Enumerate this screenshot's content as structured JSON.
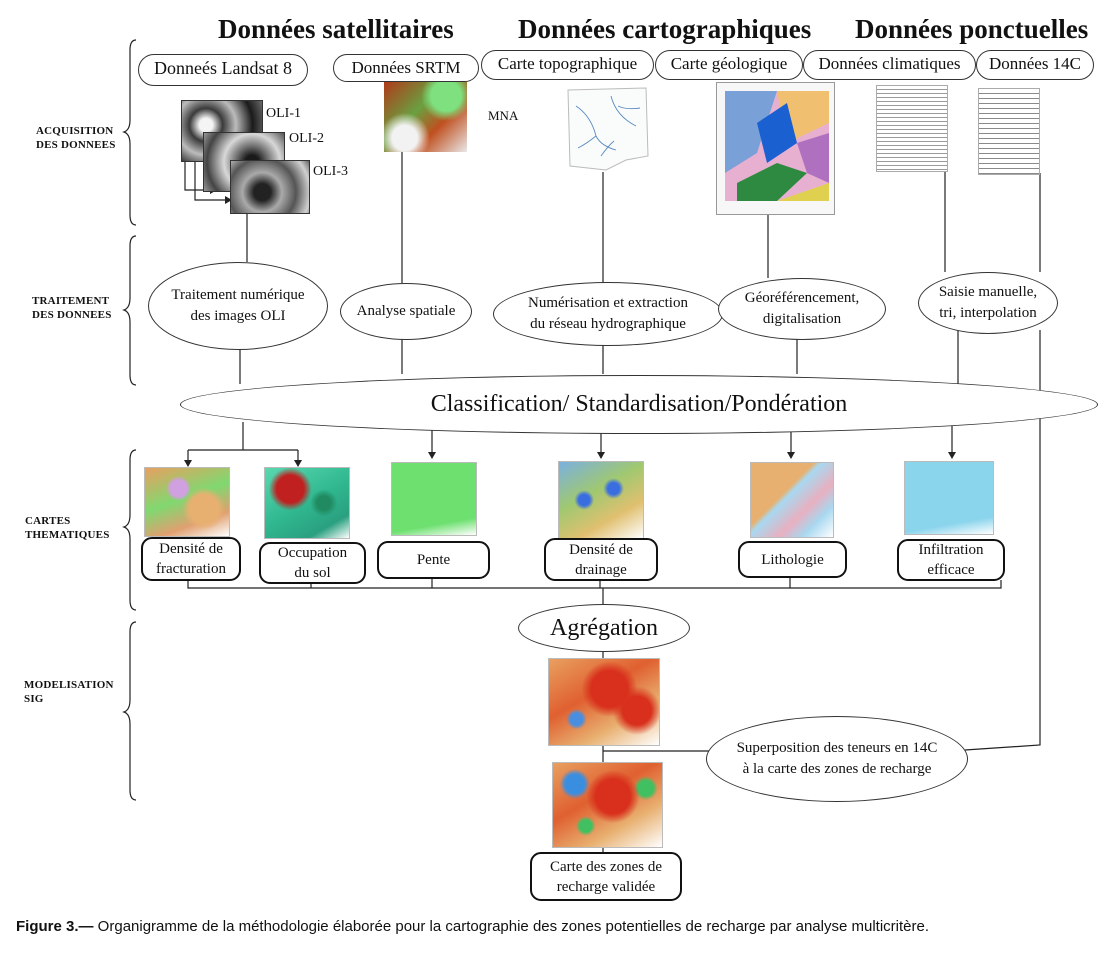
{
  "headers": {
    "satellite": "Données satellitaires",
    "cartographic": "Données cartographiques",
    "point": "Données ponctuelles"
  },
  "sources": {
    "landsat": "Donneés Landsat 8",
    "srtm": "Données SRTM",
    "topo": "Carte topographique",
    "geol": "Carte géologique",
    "clim": "Données climatiques",
    "c14": "Données 14C"
  },
  "image_labels": {
    "oli1": "OLI-1",
    "oli2": "OLI-2",
    "oli3": "OLI-3",
    "mna": "MNA"
  },
  "side_labels": {
    "acquisition": [
      "ACQUISITION",
      "DES DONNEES"
    ],
    "traitement": [
      "TRAITEMENT",
      "DES DONNEES"
    ],
    "cartes": [
      "CARTES",
      "THEMATIQUES"
    ],
    "modelisation": [
      "MODELISATION",
      "SIG"
    ]
  },
  "processing": {
    "oli": [
      "Traitement numérique",
      "des images OLI"
    ],
    "spatial": "Analyse spatiale",
    "hydro": [
      "Numérisation et extraction",
      "du réseau hydrographique"
    ],
    "georef": [
      "Géoréférencement,",
      "digitalisation"
    ],
    "manual": [
      "Saisie manuelle,",
      "tri, interpolation"
    ]
  },
  "classification": "Classification/ Standardisation/Pondération",
  "thematic": {
    "fracturation": [
      "Densité de",
      "fracturation"
    ],
    "sol": [
      "Occupation",
      "du sol"
    ],
    "pente": "Pente",
    "drainage": [
      "Densité de",
      "drainage"
    ],
    "lithologie": "Lithologie",
    "infiltration": [
      "Infiltration",
      "efficace"
    ]
  },
  "aggregation": "Agrégation",
  "superposition": [
    "Superposition des teneurs en 14C",
    "à la carte des zones de recharge"
  ],
  "final": [
    "Carte des zones de",
    "recharge validée"
  ],
  "caption": {
    "label": "Figure 3.—",
    "text": " Organigramme de la méthodologie élaborée pour la cartographie des zones potentielles de recharge par analyse multicritère."
  },
  "colors": {
    "ocre": "#e8b070",
    "green": "#6ee070",
    "cyan": "#70d0e6",
    "red": "#d8301c",
    "blue": "#4a8ee0"
  }
}
